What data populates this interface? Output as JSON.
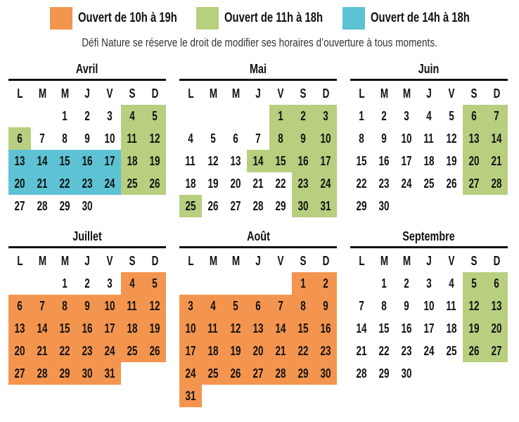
{
  "colors": {
    "o": "#f4954f",
    "g": "#b8cf80",
    "b": "#5dc2d3"
  },
  "legend": [
    {
      "label": "Ouvert de 10h à 19h",
      "color": "#f4954f"
    },
    {
      "label": "Ouvert de 11h à 18h",
      "color": "#b8cf80"
    },
    {
      "label": "Ouvert de 14h à 18h",
      "color": "#5dc2d3"
    }
  ],
  "note": "Défi Nature se réserve le droit de modifier ses horaires d’ouverture à tous moments.",
  "weekdays": [
    "L",
    "M",
    "M",
    "J",
    "V",
    "S",
    "D"
  ],
  "months": [
    {
      "name": "Avril",
      "start": 2,
      "days": 30,
      "green": [
        4,
        5,
        6,
        11,
        12,
        18,
        19,
        25,
        26
      ],
      "blue": [
        13,
        14,
        15,
        16,
        17,
        20,
        21,
        22,
        23,
        24
      ],
      "orange": []
    },
    {
      "name": "Mai",
      "start": 4,
      "days": 31,
      "green": [
        1,
        2,
        3,
        8,
        9,
        10,
        14,
        15,
        16,
        17,
        23,
        24,
        25,
        30,
        31
      ],
      "blue": [],
      "orange": []
    },
    {
      "name": "Juin",
      "start": 0,
      "days": 30,
      "green": [
        6,
        7,
        13,
        14,
        20,
        21,
        27,
        28
      ],
      "blue": [],
      "orange": []
    },
    {
      "name": "Juillet",
      "start": 2,
      "days": 31,
      "green": [],
      "blue": [],
      "orange": [
        4,
        5,
        6,
        7,
        8,
        9,
        10,
        11,
        12,
        13,
        14,
        15,
        16,
        17,
        18,
        19,
        20,
        21,
        22,
        23,
        24,
        25,
        26,
        27,
        28,
        29,
        30,
        31
      ]
    },
    {
      "name": "Août",
      "start": 5,
      "days": 31,
      "green": [],
      "blue": [],
      "orange": [
        1,
        2,
        3,
        4,
        5,
        6,
        7,
        8,
        9,
        10,
        11,
        12,
        13,
        14,
        15,
        16,
        17,
        18,
        19,
        20,
        21,
        22,
        23,
        24,
        25,
        26,
        27,
        28,
        29,
        30,
        31
      ]
    },
    {
      "name": "Septembre",
      "start": 1,
      "days": 30,
      "green": [
        5,
        6,
        12,
        13,
        19,
        20,
        26,
        27
      ],
      "blue": [],
      "orange": []
    }
  ]
}
